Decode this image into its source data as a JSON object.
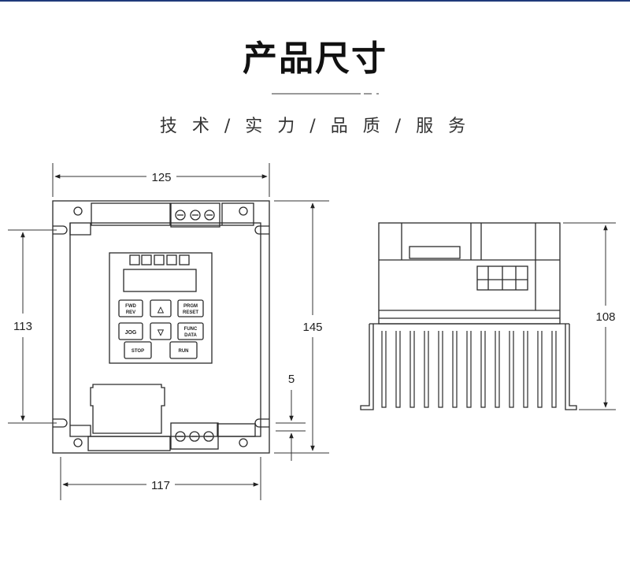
{
  "header": {
    "title": "产品尺寸",
    "subtitle": "技 术 / 实 力 / 品 质 / 服 务"
  },
  "dimensions": {
    "overall_width": "125",
    "mount_width": "117",
    "mount_height": "113",
    "overall_height": "145",
    "hole_offset": "5",
    "depth": "108"
  },
  "keypad": {
    "fwd_rev": [
      "FWD",
      "REV"
    ],
    "up_arrow": "△",
    "prgm_reset": [
      "PRGM",
      "RESET"
    ],
    "jog": "JOG",
    "down_arrow": "▽",
    "func_data": [
      "FUNC",
      "DATA"
    ],
    "stop": "STOP",
    "run": "RUN"
  },
  "colors": {
    "accent_rule": "#1f3a7a",
    "line": "#2a2a2a"
  }
}
